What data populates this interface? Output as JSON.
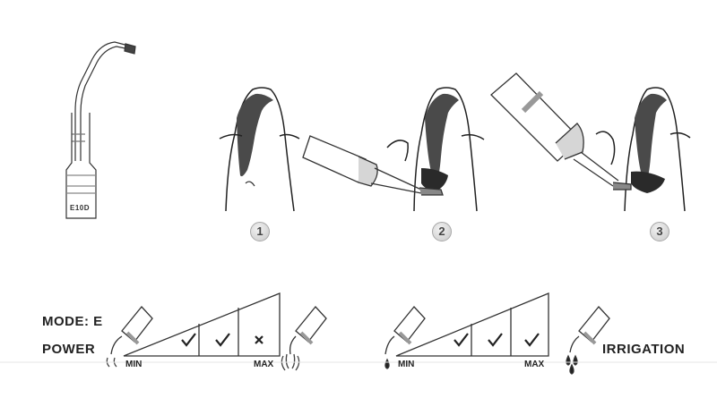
{
  "tip": {
    "code": "E10D"
  },
  "steps": [
    "1",
    "2",
    "3"
  ],
  "mode_label": "MODE: E",
  "power_label": "POWER",
  "irrigation_label": "IRRIGATION",
  "power_scale": {
    "min_label": "MIN",
    "max_label": "MAX",
    "levels": [
      "check",
      "check",
      "cross"
    ]
  },
  "irrigation_scale": {
    "min_label": "MIN",
    "max_label": "MAX",
    "levels": [
      "check",
      "check",
      "check"
    ]
  },
  "colors": {
    "line": "#222222",
    "tooth_fill": "#4a4a4a",
    "handpiece_grey": "#9a9a9a"
  }
}
